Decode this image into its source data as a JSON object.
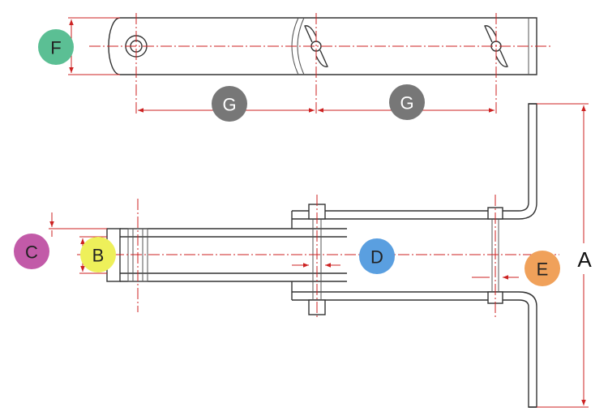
{
  "labels": {
    "F": "F",
    "G1": "G",
    "G2": "G",
    "C": "C",
    "B": "B",
    "D": "D",
    "E": "E",
    "A": "A"
  },
  "colors": {
    "F": "#5bbf94",
    "G": "#777777",
    "C": "#c25aa8",
    "B": "#eef05a",
    "D": "#5a9fe0",
    "E": "#f0a15a",
    "outline": "#333333",
    "dimension": "#cc2222"
  }
}
